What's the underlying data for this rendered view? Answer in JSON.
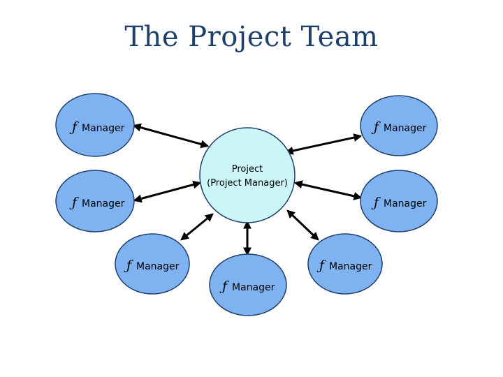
{
  "title": "The Project Team",
  "center_node": {
    "line1": "Project",
    "line2": "(Project Manager)"
  },
  "outer_nodes": [
    {
      "symbol": "ƒ",
      "label": "Manager"
    },
    {
      "symbol": "ƒ",
      "label": "Manager"
    },
    {
      "symbol": "ƒ",
      "label": "Manager"
    },
    {
      "symbol": "ƒ",
      "label": "Manager"
    },
    {
      "symbol": "ƒ",
      "label": "Manager"
    },
    {
      "symbol": "ƒ",
      "label": "Manager"
    },
    {
      "symbol": "ƒ",
      "label": "Manager"
    }
  ],
  "colors": {
    "outer_fill": "#7fb2f0",
    "center_fill": "#ccf5f8",
    "stroke": "#1f3f6b",
    "title": "#1f3f6b",
    "arrow": "#000000"
  }
}
